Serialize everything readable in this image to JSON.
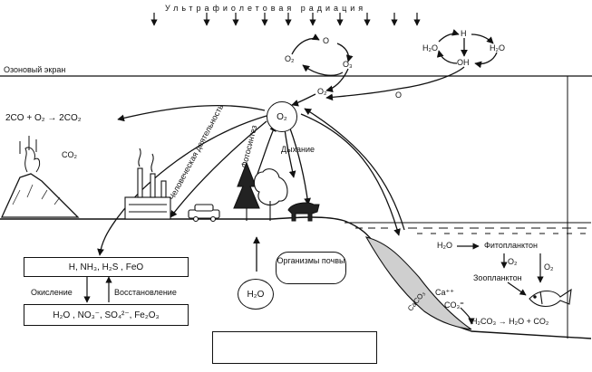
{
  "header": {
    "uv_radiation": "Ультрафиолетовая радиация"
  },
  "layers": {
    "ozone_screen": "Озоновый экран"
  },
  "center": {
    "o2": "O₂"
  },
  "ozone_cycle": {
    "o2_left": "O₂",
    "o_top": "O",
    "o3": "O₃",
    "o2_low": "O₂",
    "o_right": "O"
  },
  "water_cycle": {
    "h2o_left": "H₂O",
    "h": "H",
    "h2o_right": "H₂O",
    "oh": "OH"
  },
  "reactions": {
    "co_oxidation": "2CO + O₂ → 2CO₂",
    "volcano_co2": "CO₂"
  },
  "arrows_text": {
    "human": "Человеческая деятельность",
    "photosynthesis": "Фотосинтез",
    "respiration": "Дыхание"
  },
  "soil": {
    "organisms": "Организмы почвы",
    "water": "H₂O"
  },
  "redox": {
    "reduced": "H, NH₃, H₂S , FeO",
    "oxidized": "H₂O , NO₃⁻, SO₄²⁻, Fe₂O₃",
    "oxidation": "Окисление",
    "reduction": "Восстановление"
  },
  "ocean": {
    "h2o": "H₂O",
    "phytoplankton": "Фитопланктон",
    "zooplankton": "Зоопланктон",
    "o2_a": "O₂",
    "o2_b": "O₂",
    "ca": "Ca⁺⁺",
    "co3": "CO₃⁼",
    "caco3": "CaCO₃",
    "carbonate_eq": "H₂CO₃ → H₂O + CO₂"
  }
}
